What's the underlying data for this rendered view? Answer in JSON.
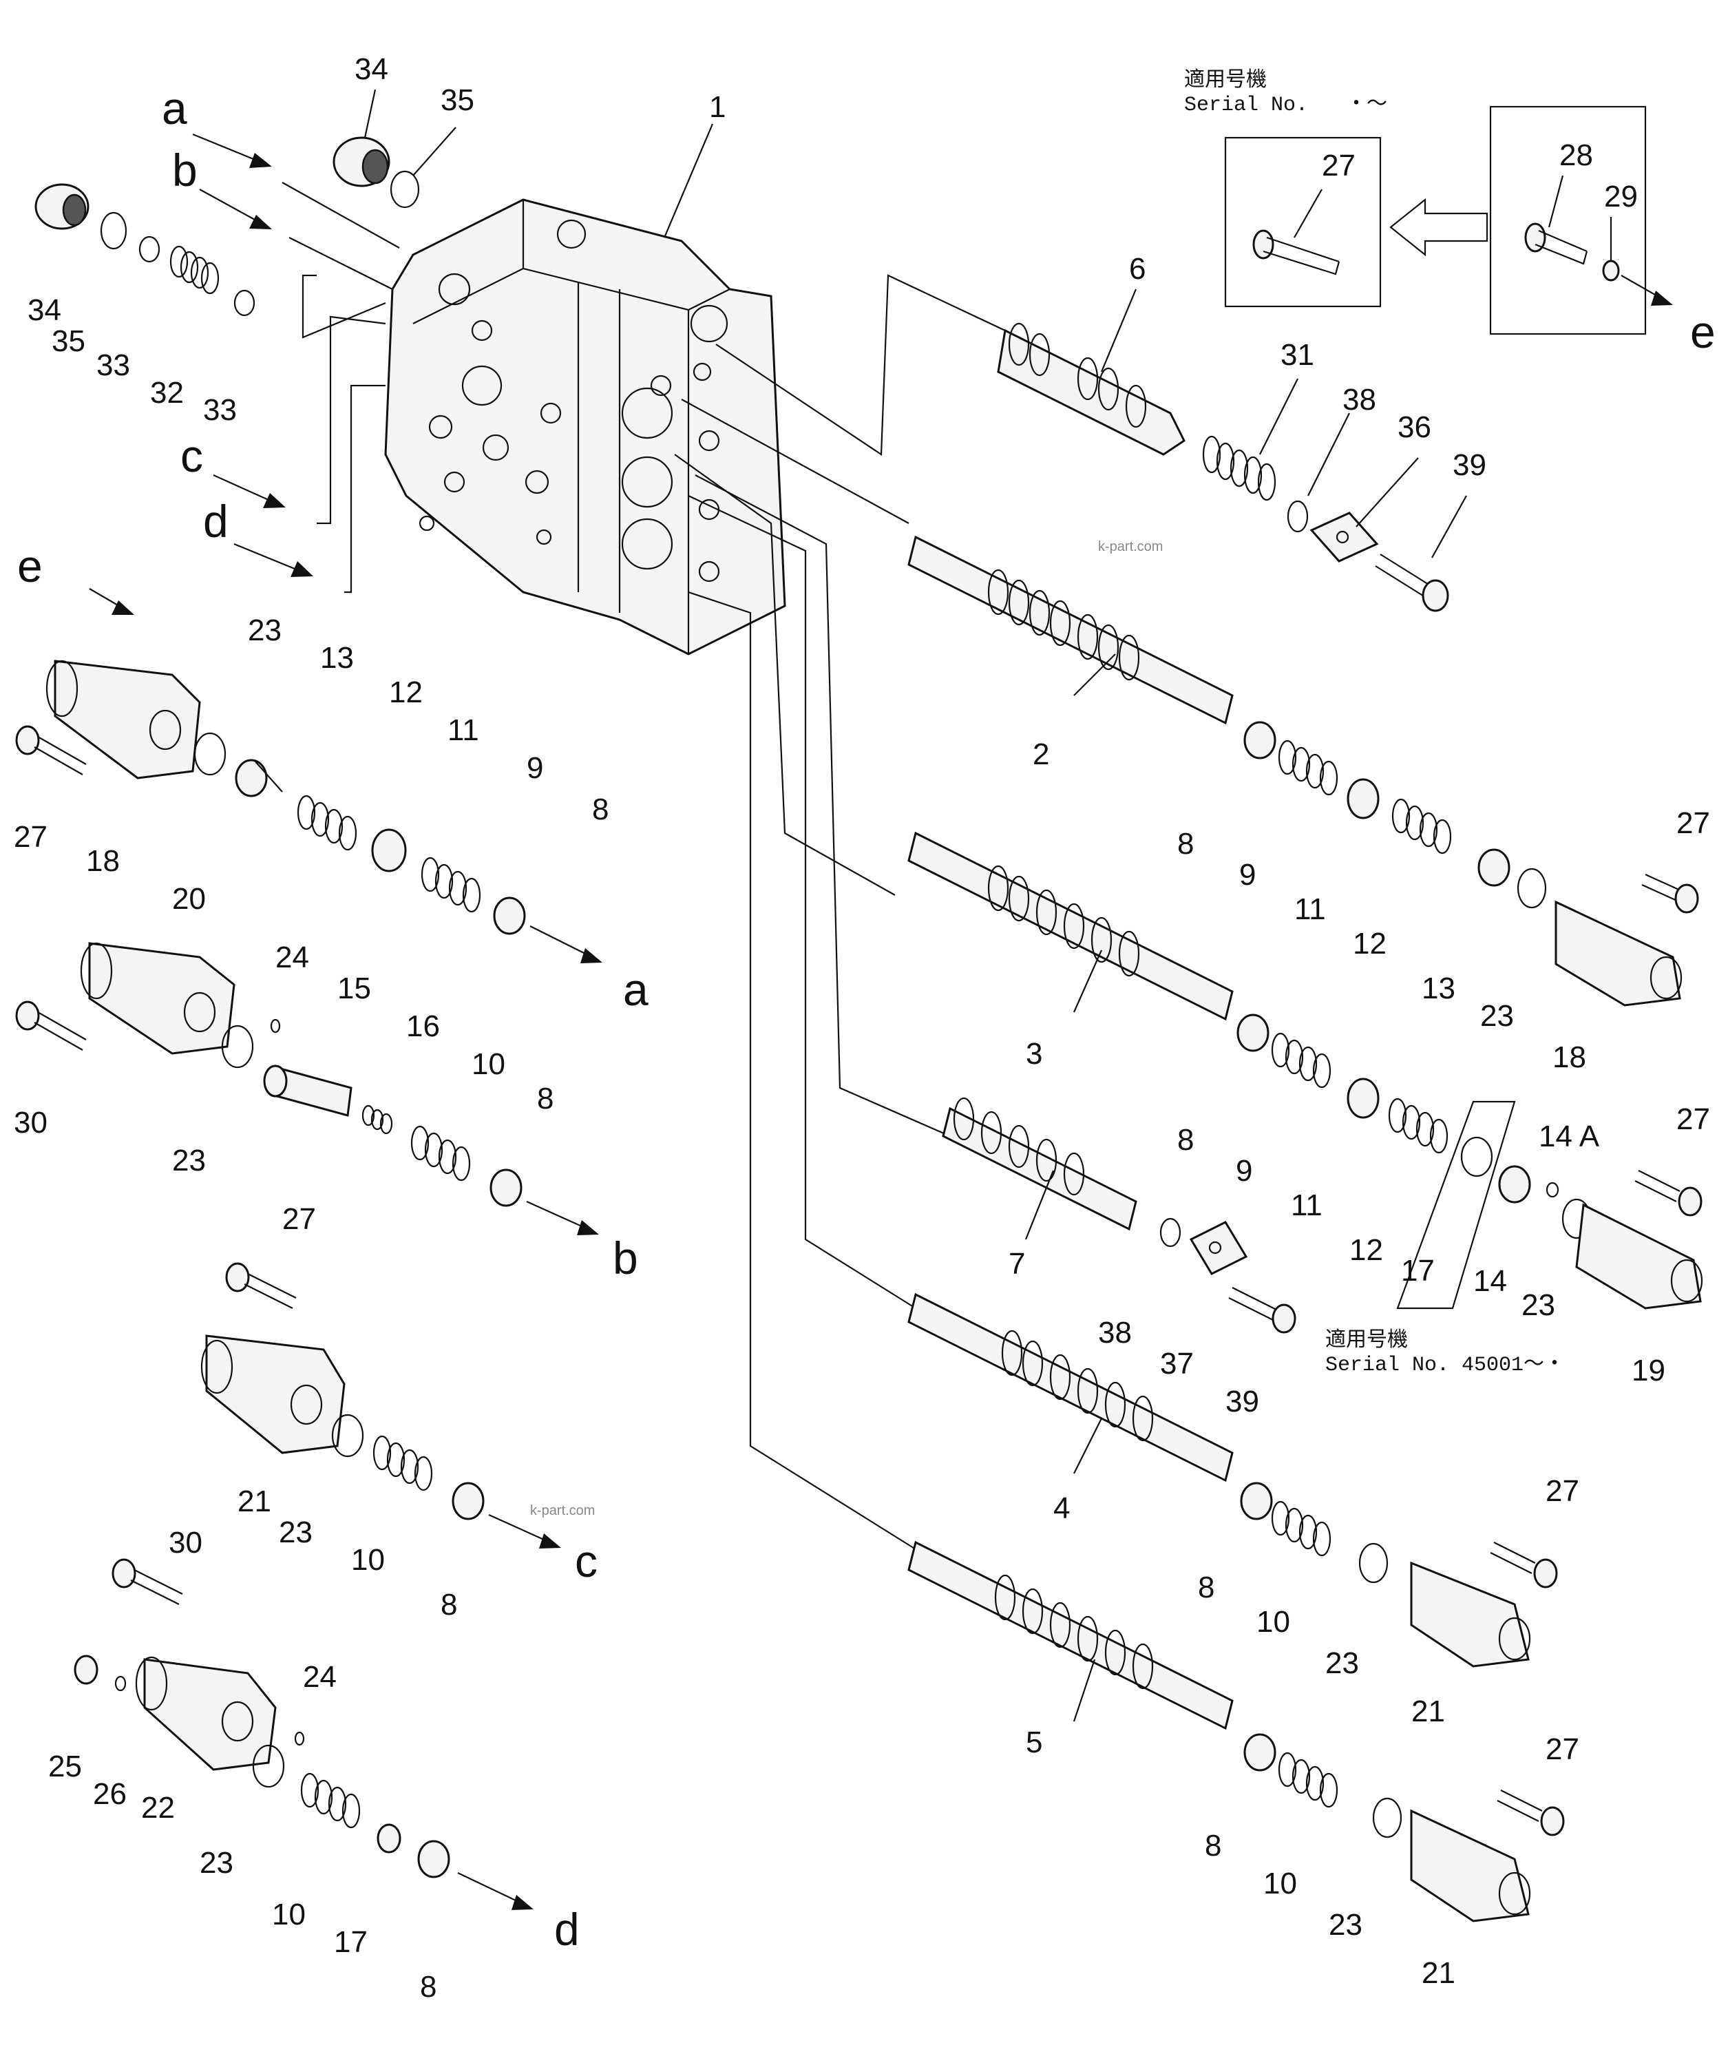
{
  "serial_top": {
    "jp": "適用号機",
    "label": "Serial  No.",
    "range": "・～"
  },
  "serial_bottom": {
    "jp": "適用号機",
    "label": "Serial  No. 45001～・"
  },
  "watermark": "k-part.com",
  "callouts": [
    {
      "id": "c34a",
      "text": "34"
    },
    {
      "id": "c35a",
      "text": "35"
    },
    {
      "id": "c1",
      "text": "1"
    },
    {
      "id": "c34b",
      "text": "34"
    },
    {
      "id": "c35b",
      "text": "35"
    },
    {
      "id": "c33a",
      "text": "33"
    },
    {
      "id": "c32",
      "text": "32"
    },
    {
      "id": "c33b",
      "text": "33"
    },
    {
      "id": "c27top",
      "text": "27"
    },
    {
      "id": "c28",
      "text": "28"
    },
    {
      "id": "c29",
      "text": "29"
    },
    {
      "id": "c6",
      "text": "6"
    },
    {
      "id": "c31",
      "text": "31"
    },
    {
      "id": "c38a",
      "text": "38"
    },
    {
      "id": "c36",
      "text": "36"
    },
    {
      "id": "c39a",
      "text": "39"
    },
    {
      "id": "c23a",
      "text": "23"
    },
    {
      "id": "c13a",
      "text": "13"
    },
    {
      "id": "c12a",
      "text": "12"
    },
    {
      "id": "c11a",
      "text": "11"
    },
    {
      "id": "c9a",
      "text": "9"
    },
    {
      "id": "c8a",
      "text": "8"
    },
    {
      "id": "c27a",
      "text": "27"
    },
    {
      "id": "c18a",
      "text": "18"
    },
    {
      "id": "c2",
      "text": "2"
    },
    {
      "id": "c8b",
      "text": "8"
    },
    {
      "id": "c9b",
      "text": "9"
    },
    {
      "id": "c11b",
      "text": "11"
    },
    {
      "id": "c12b",
      "text": "12"
    },
    {
      "id": "c13b",
      "text": "13"
    },
    {
      "id": "c23b",
      "text": "23"
    },
    {
      "id": "c18b",
      "text": "18"
    },
    {
      "id": "c27b",
      "text": "27"
    },
    {
      "id": "c20",
      "text": "20"
    },
    {
      "id": "c24a",
      "text": "24"
    },
    {
      "id": "c15",
      "text": "15"
    },
    {
      "id": "c16",
      "text": "16"
    },
    {
      "id": "c10a",
      "text": "10"
    },
    {
      "id": "c8c",
      "text": "8"
    },
    {
      "id": "c30a",
      "text": "30"
    },
    {
      "id": "c23c",
      "text": "23"
    },
    {
      "id": "c3",
      "text": "3"
    },
    {
      "id": "c8d",
      "text": "8"
    },
    {
      "id": "c9c",
      "text": "9"
    },
    {
      "id": "c11c",
      "text": "11"
    },
    {
      "id": "c12c",
      "text": "12"
    },
    {
      "id": "c17a",
      "text": "17"
    },
    {
      "id": "c14",
      "text": "14"
    },
    {
      "id": "c14A",
      "text": "14 A"
    },
    {
      "id": "c27c",
      "text": "27"
    },
    {
      "id": "c23d",
      "text": "23"
    },
    {
      "id": "c19",
      "text": "19"
    },
    {
      "id": "c7",
      "text": "7"
    },
    {
      "id": "c38b",
      "text": "38"
    },
    {
      "id": "c37",
      "text": "37"
    },
    {
      "id": "c39b",
      "text": "39"
    },
    {
      "id": "c27d",
      "text": "27"
    },
    {
      "id": "c21a",
      "text": "21"
    },
    {
      "id": "c23e",
      "text": "23"
    },
    {
      "id": "c10b",
      "text": "10"
    },
    {
      "id": "c8e",
      "text": "8"
    },
    {
      "id": "c4",
      "text": "4"
    },
    {
      "id": "c8f",
      "text": "8"
    },
    {
      "id": "c10c",
      "text": "10"
    },
    {
      "id": "c23f",
      "text": "23"
    },
    {
      "id": "c21b",
      "text": "21"
    },
    {
      "id": "c27e",
      "text": "27"
    },
    {
      "id": "c30b",
      "text": "30"
    },
    {
      "id": "c24b",
      "text": "24"
    },
    {
      "id": "c25",
      "text": "25"
    },
    {
      "id": "c26",
      "text": "26"
    },
    {
      "id": "c22",
      "text": "22"
    },
    {
      "id": "c23g",
      "text": "23"
    },
    {
      "id": "c10d",
      "text": "10"
    },
    {
      "id": "c17b",
      "text": "17"
    },
    {
      "id": "c8g",
      "text": "8"
    },
    {
      "id": "c5",
      "text": "5"
    },
    {
      "id": "c8h",
      "text": "8"
    },
    {
      "id": "c10e",
      "text": "10"
    },
    {
      "id": "c23h",
      "text": "23"
    },
    {
      "id": "c21c",
      "text": "21"
    },
    {
      "id": "c27f",
      "text": "27"
    }
  ],
  "flow_letters": [
    {
      "id": "la1",
      "text": "a"
    },
    {
      "id": "lb1",
      "text": "b"
    },
    {
      "id": "lc1",
      "text": "c"
    },
    {
      "id": "ld1",
      "text": "d"
    },
    {
      "id": "le1",
      "text": "e"
    },
    {
      "id": "la2",
      "text": "a"
    },
    {
      "id": "lb2",
      "text": "b"
    },
    {
      "id": "lc2",
      "text": "c"
    },
    {
      "id": "ld2",
      "text": "d"
    },
    {
      "id": "le2",
      "text": "e"
    }
  ]
}
